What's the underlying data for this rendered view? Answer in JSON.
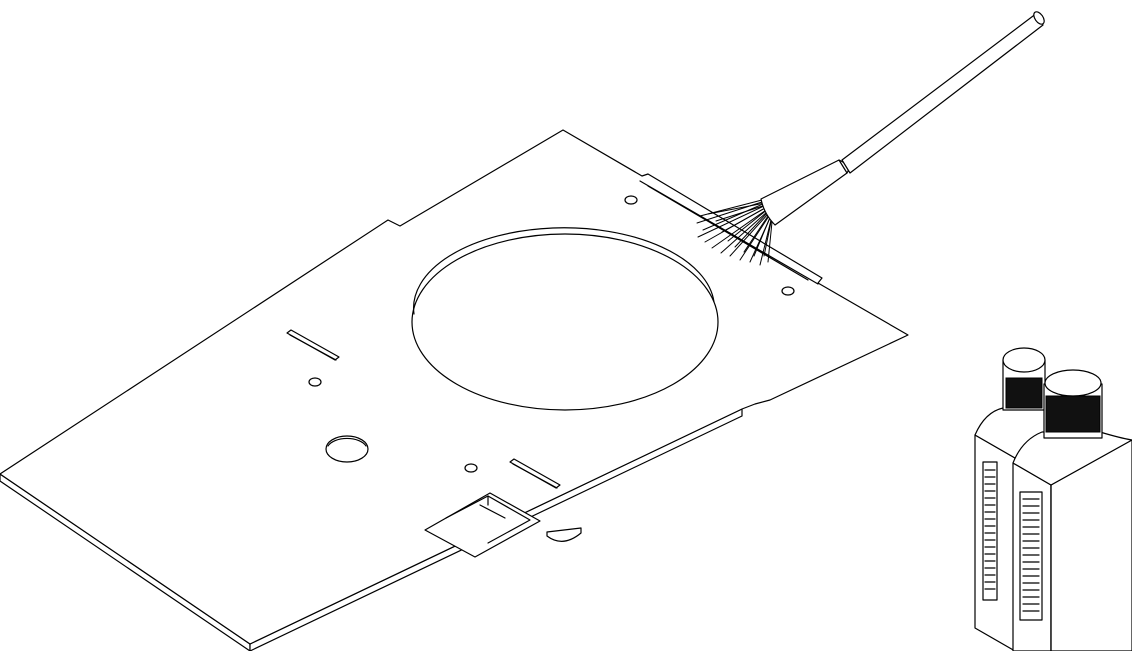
{
  "figure": {
    "objects": [
      "plate",
      "cleaning-brush",
      "oil-bottle-rear",
      "oil-bottle-front"
    ],
    "line_color": "#000000",
    "background_color": "#ffffff"
  }
}
